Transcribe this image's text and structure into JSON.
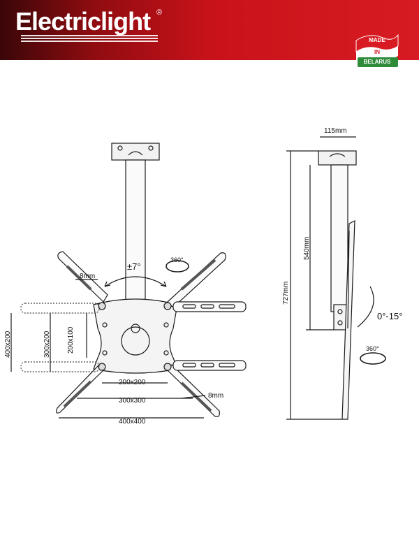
{
  "brand": {
    "name": "Electriclight",
    "registered": "®"
  },
  "badge": {
    "line1": "MADE",
    "line2": "IN",
    "line3": "BELARUS"
  },
  "front_view": {
    "tilt_angle": "±7°",
    "rotation": "360°",
    "arm_slot": "8mm",
    "arm_slot_lower": "8mm",
    "vesa_vertical": [
      "400x200",
      "300x200",
      "200x100"
    ],
    "vesa_horizontal": [
      "200x200",
      "300x300",
      "400x400"
    ]
  },
  "side_view": {
    "plate_width": "115mm",
    "pole_length": "540mm",
    "total_height": "727mm",
    "tilt_range": "0°-15°",
    "rotation": "360°"
  },
  "colors": {
    "header_red": "#d81b22",
    "header_dark": "#3a0608",
    "badge_green": "#2e8b3a",
    "line": "#1a1a1a"
  }
}
